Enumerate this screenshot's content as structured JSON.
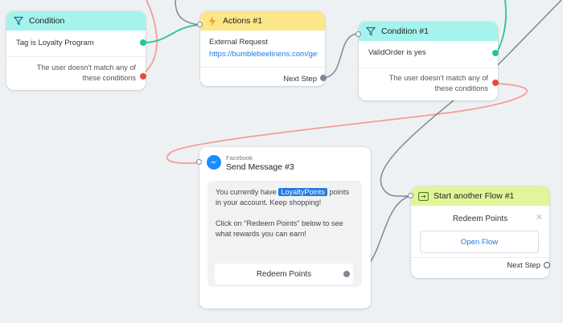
{
  "node_condition_a": {
    "title": "Condition",
    "rule": "Tag is Loyalty Program",
    "fail_text": "The user doesn't match any of these conditions",
    "icon": "filter-icon"
  },
  "node_actions": {
    "title": "Actions #1",
    "label": "External Request",
    "url": "https://bumblebeelinens.com/getl",
    "next_step": "Next Step",
    "icon": "lightning-icon"
  },
  "node_condition_b": {
    "title": "Condition #1",
    "rule": "ValidOrder is yes",
    "fail_text": "The user doesn't match any of these conditions",
    "icon": "filter-icon"
  },
  "node_message": {
    "platform": "Facebook",
    "title": "Send Message #3",
    "text_before": "You currently have ",
    "token": "LoyaltyPoints",
    "text_after": " points in your account. Keep shopping!",
    "text_second": "Click on \"Redeem Points\" below to see what rewards you can earn!",
    "button": "Redeem Points",
    "icon": "messenger-icon"
  },
  "node_flow": {
    "title": "Start another Flow #1",
    "flow_name": "Redeem Points",
    "open_button": "Open Flow",
    "next_step": "Next Step",
    "icon": "flow-icon",
    "close_icon": "close-icon"
  },
  "colors": {
    "canvas": "#eef1f3",
    "condition_header": "#a5f3ec",
    "action_header": "#fde68a",
    "flow_header": "#e3f59a",
    "success_port": "#22c98a",
    "fail_port": "#e74c3c",
    "link": "#1f7ae0"
  }
}
